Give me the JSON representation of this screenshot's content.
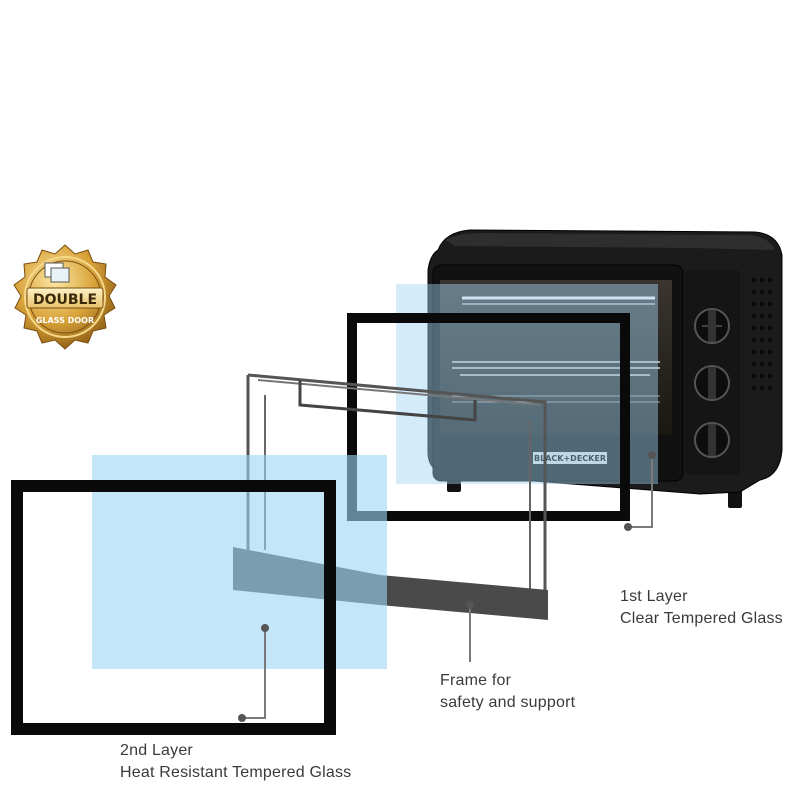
{
  "badge": {
    "line1": "DOUBLE",
    "line2": "GLASS DOOR",
    "gold": "#c9952b",
    "gold_dark": "#8a5a12",
    "gold_light": "#f3d27a"
  },
  "oven": {
    "brand": "BLACK+DECKER",
    "body_color": "#1a1a1a"
  },
  "layers": {
    "first": {
      "line1": "1st Layer",
      "line2": "Clear Tempered Glass"
    },
    "frame": {
      "line1": "Frame for",
      "line2": "safety and support"
    },
    "second": {
      "line1": "2nd Layer",
      "line2": "Heat Resistant Tempered Glass"
    }
  },
  "colors": {
    "glass": "#9fd4f5",
    "frame_black": "#0a0a0a",
    "frame_grey": "#5a5a5a",
    "leader": "#7a7a7a",
    "text": "#3a3a3a"
  }
}
